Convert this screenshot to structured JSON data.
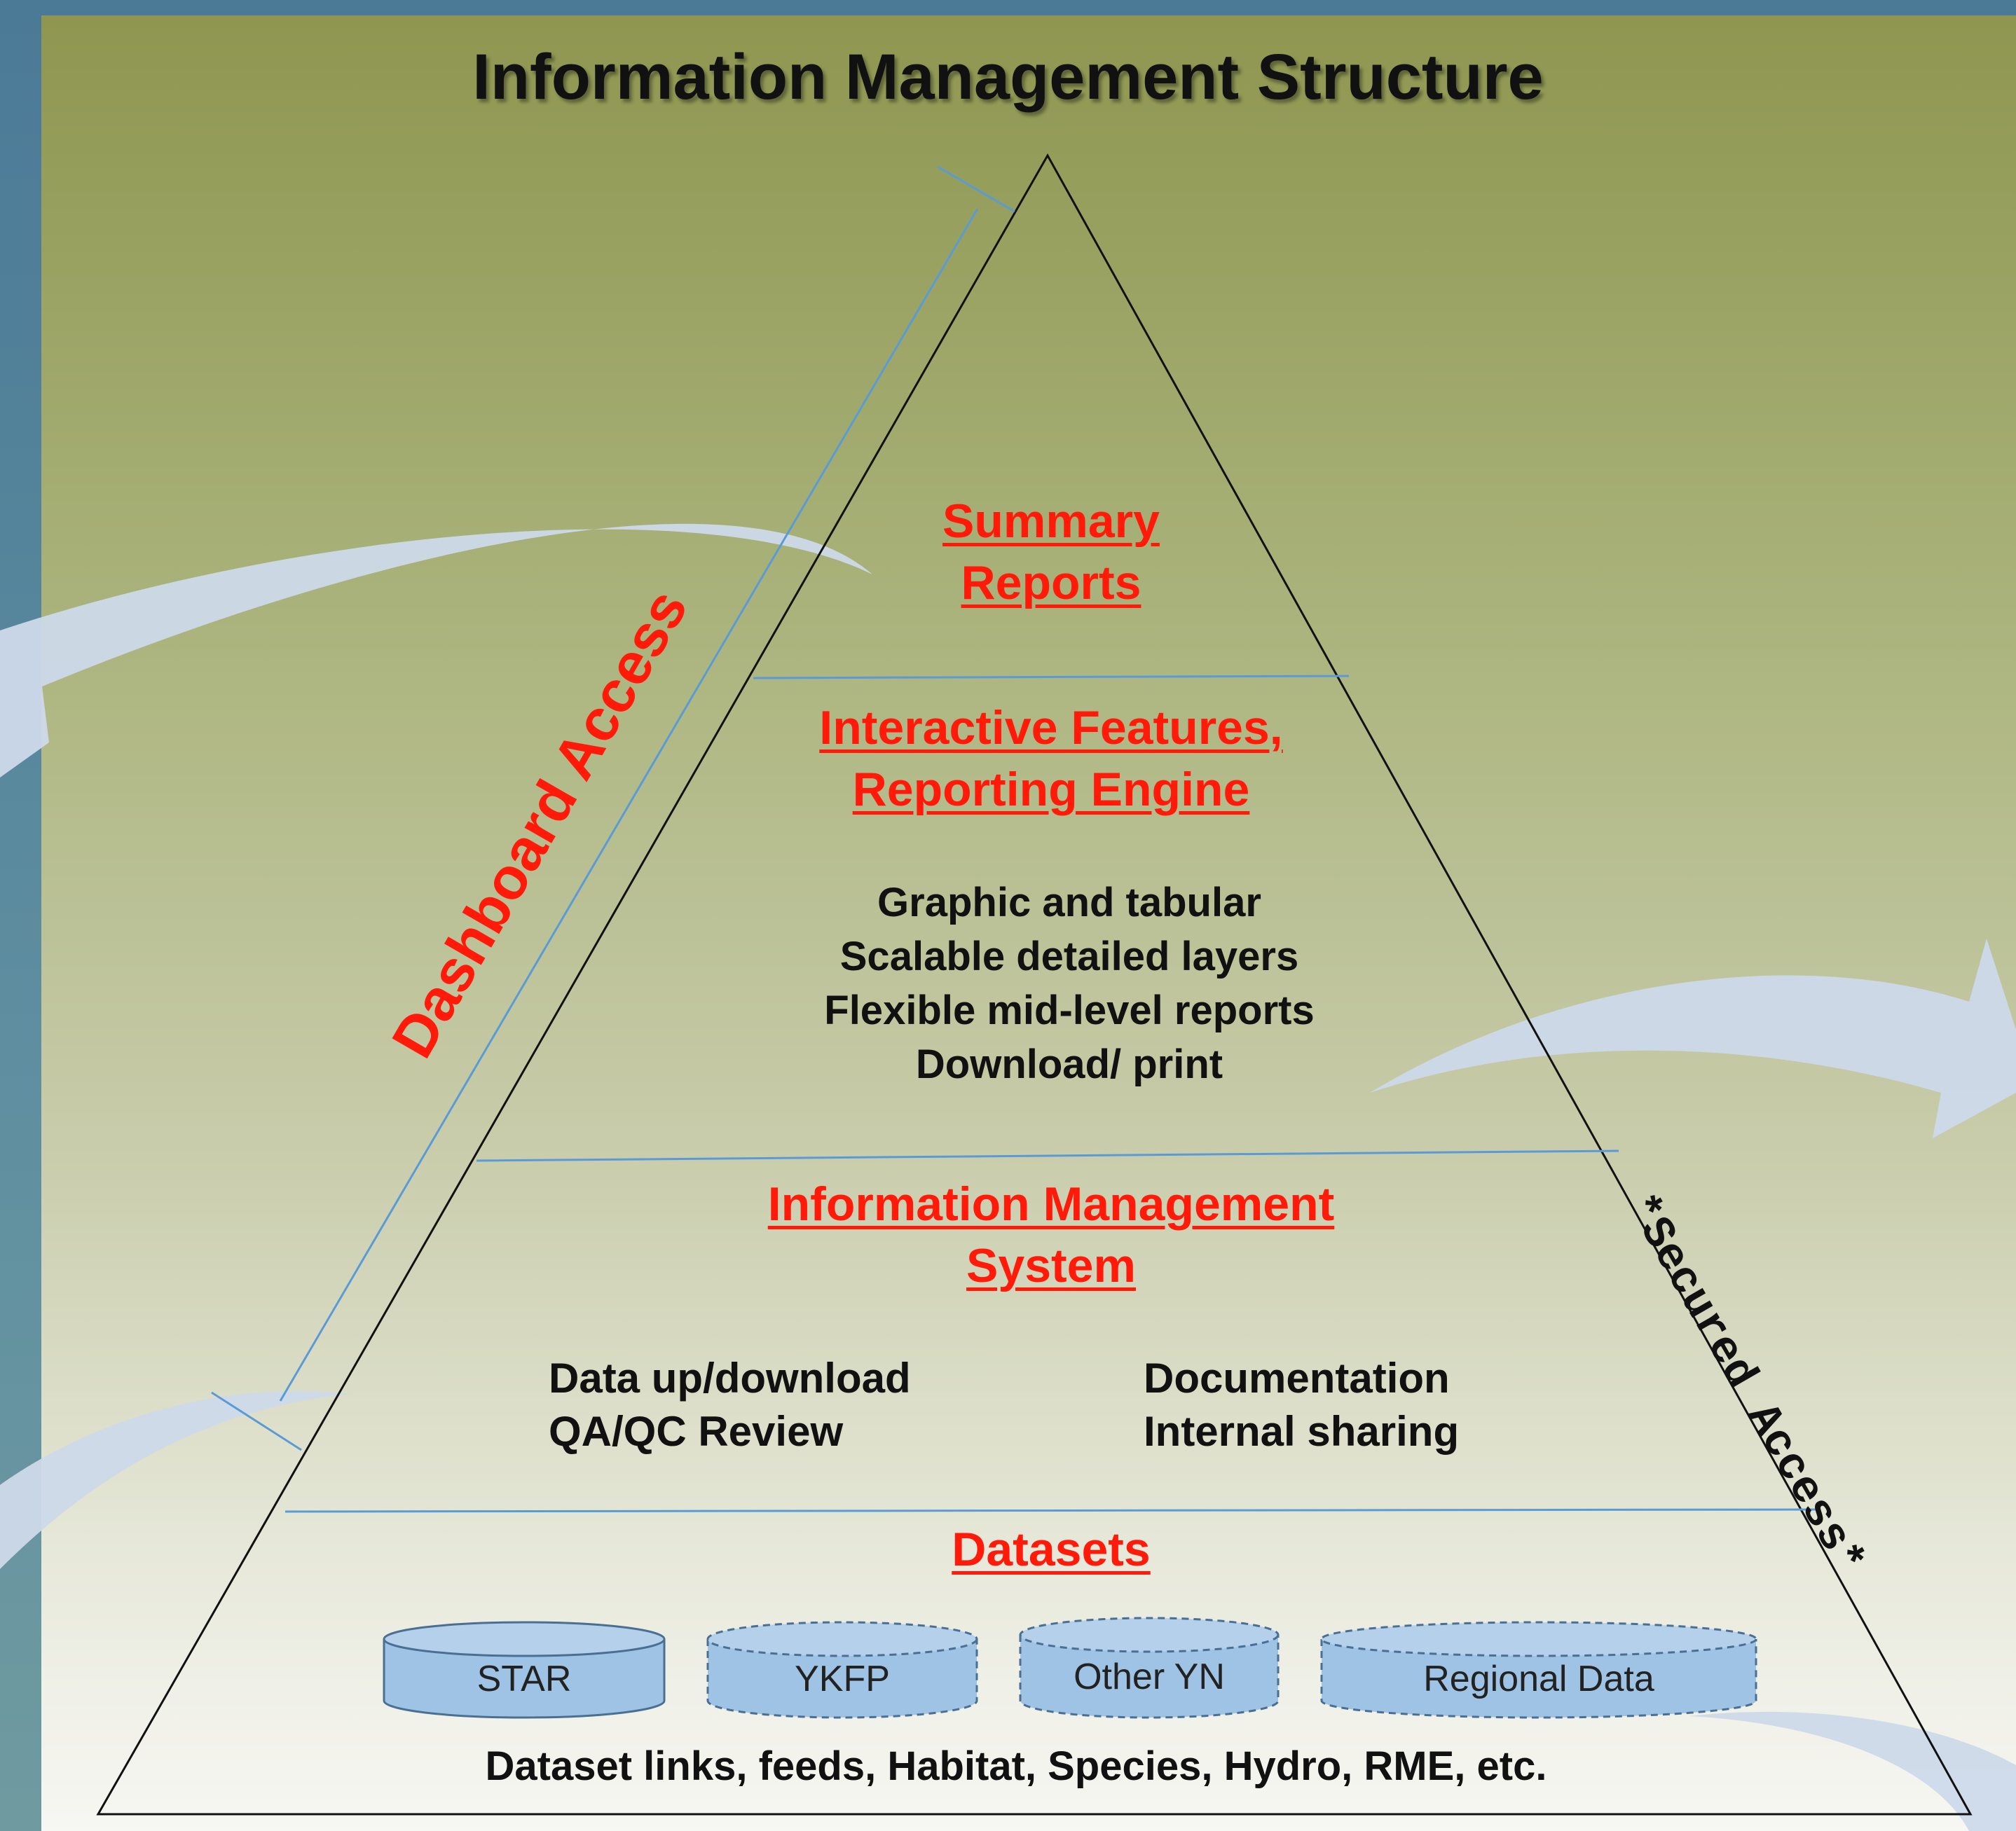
{
  "title": "Information Management Structure",
  "side_labels": {
    "dashboard_access": "Dashboard Access",
    "secured_access": "*Secured Access*"
  },
  "tiers": {
    "summary": {
      "heading_line1": "Summary",
      "heading_line2": "Reports"
    },
    "interactive": {
      "heading_line1": "Interactive Features,",
      "heading_line2": "Reporting Engine",
      "items": [
        "Graphic and tabular",
        "Scalable detailed layers",
        "Flexible mid-level reports",
        "Download/ print"
      ]
    },
    "ims": {
      "heading_line1": "Information Management",
      "heading_line2": "System",
      "items_left": [
        "Data up/download",
        "QA/QC Review"
      ],
      "items_right": [
        "Documentation",
        "Internal sharing"
      ]
    },
    "datasets": {
      "heading": "Datasets",
      "databases": [
        "STAR",
        "YKFP",
        "Other YN",
        "Regional Data"
      ],
      "footer": "Dataset links, feeds, Habitat, Species, Hydro, RME, etc."
    }
  },
  "colors": {
    "heading_red": "#ff1a0a",
    "arrow_fill": "#cdd9ea",
    "db_fill": "#9fc3e4",
    "line_blue": "#5b9bd5"
  }
}
